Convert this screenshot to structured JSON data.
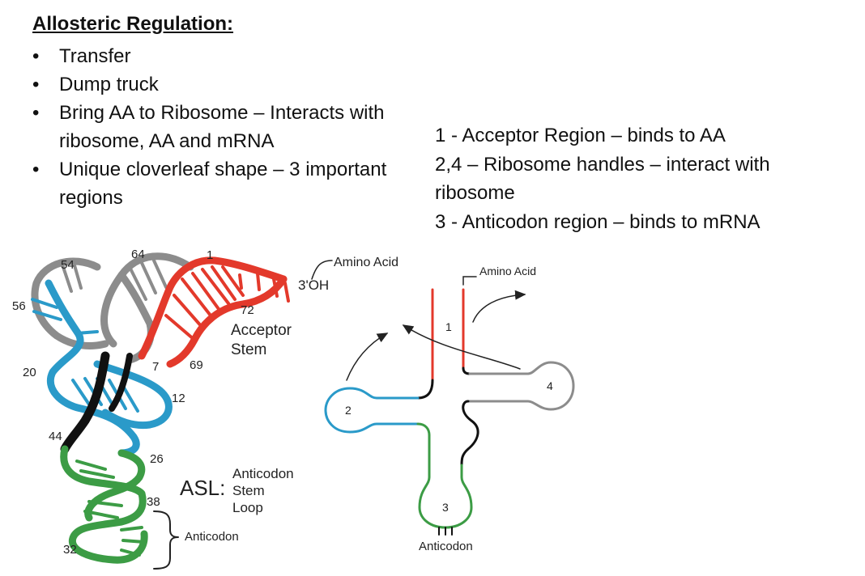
{
  "heading": "Allosteric Regulation:",
  "bullets": [
    "Transfer",
    "Dump truck",
    "Bring AA to Ribosome – Interacts with ribosome, AA and mRNA",
    "Unique cloverleaf shape – 3 important regions"
  ],
  "regions": [
    "1 - Acceptor Region – binds to AA",
    "2,4 – Ribosome handles – interact with ribosome",
    "3 - Anticodon region – binds to mRNA"
  ],
  "structure_3d": {
    "amino_acid": "Amino Acid",
    "oh_end": "3'OH",
    "acceptor": "Acceptor",
    "stem": "Stem",
    "asl": "ASL:",
    "asl_anticodon": "Anticodon",
    "asl_stem": "Stem",
    "asl_loop": "Loop",
    "anticodon": "Anticodon",
    "n1": "1",
    "n7": "7",
    "n12": "12",
    "n20": "20",
    "n26": "26",
    "n32": "32",
    "n38": "38",
    "n44": "44",
    "n54": "54",
    "n56": "56",
    "n64": "64",
    "n69": "69",
    "n72": "72"
  },
  "cloverleaf": {
    "amino_acid": "Amino Acid",
    "r1": "1",
    "r2": "2",
    "r3": "3",
    "r4": "4",
    "anticodon": "Anticodon"
  },
  "colors": {
    "acceptor": "#e3392b",
    "d_arm": "#2a9ac9",
    "t_arm": "#8c8c8c",
    "anticodon_arm": "#3c9c45",
    "core": "#111111"
  }
}
